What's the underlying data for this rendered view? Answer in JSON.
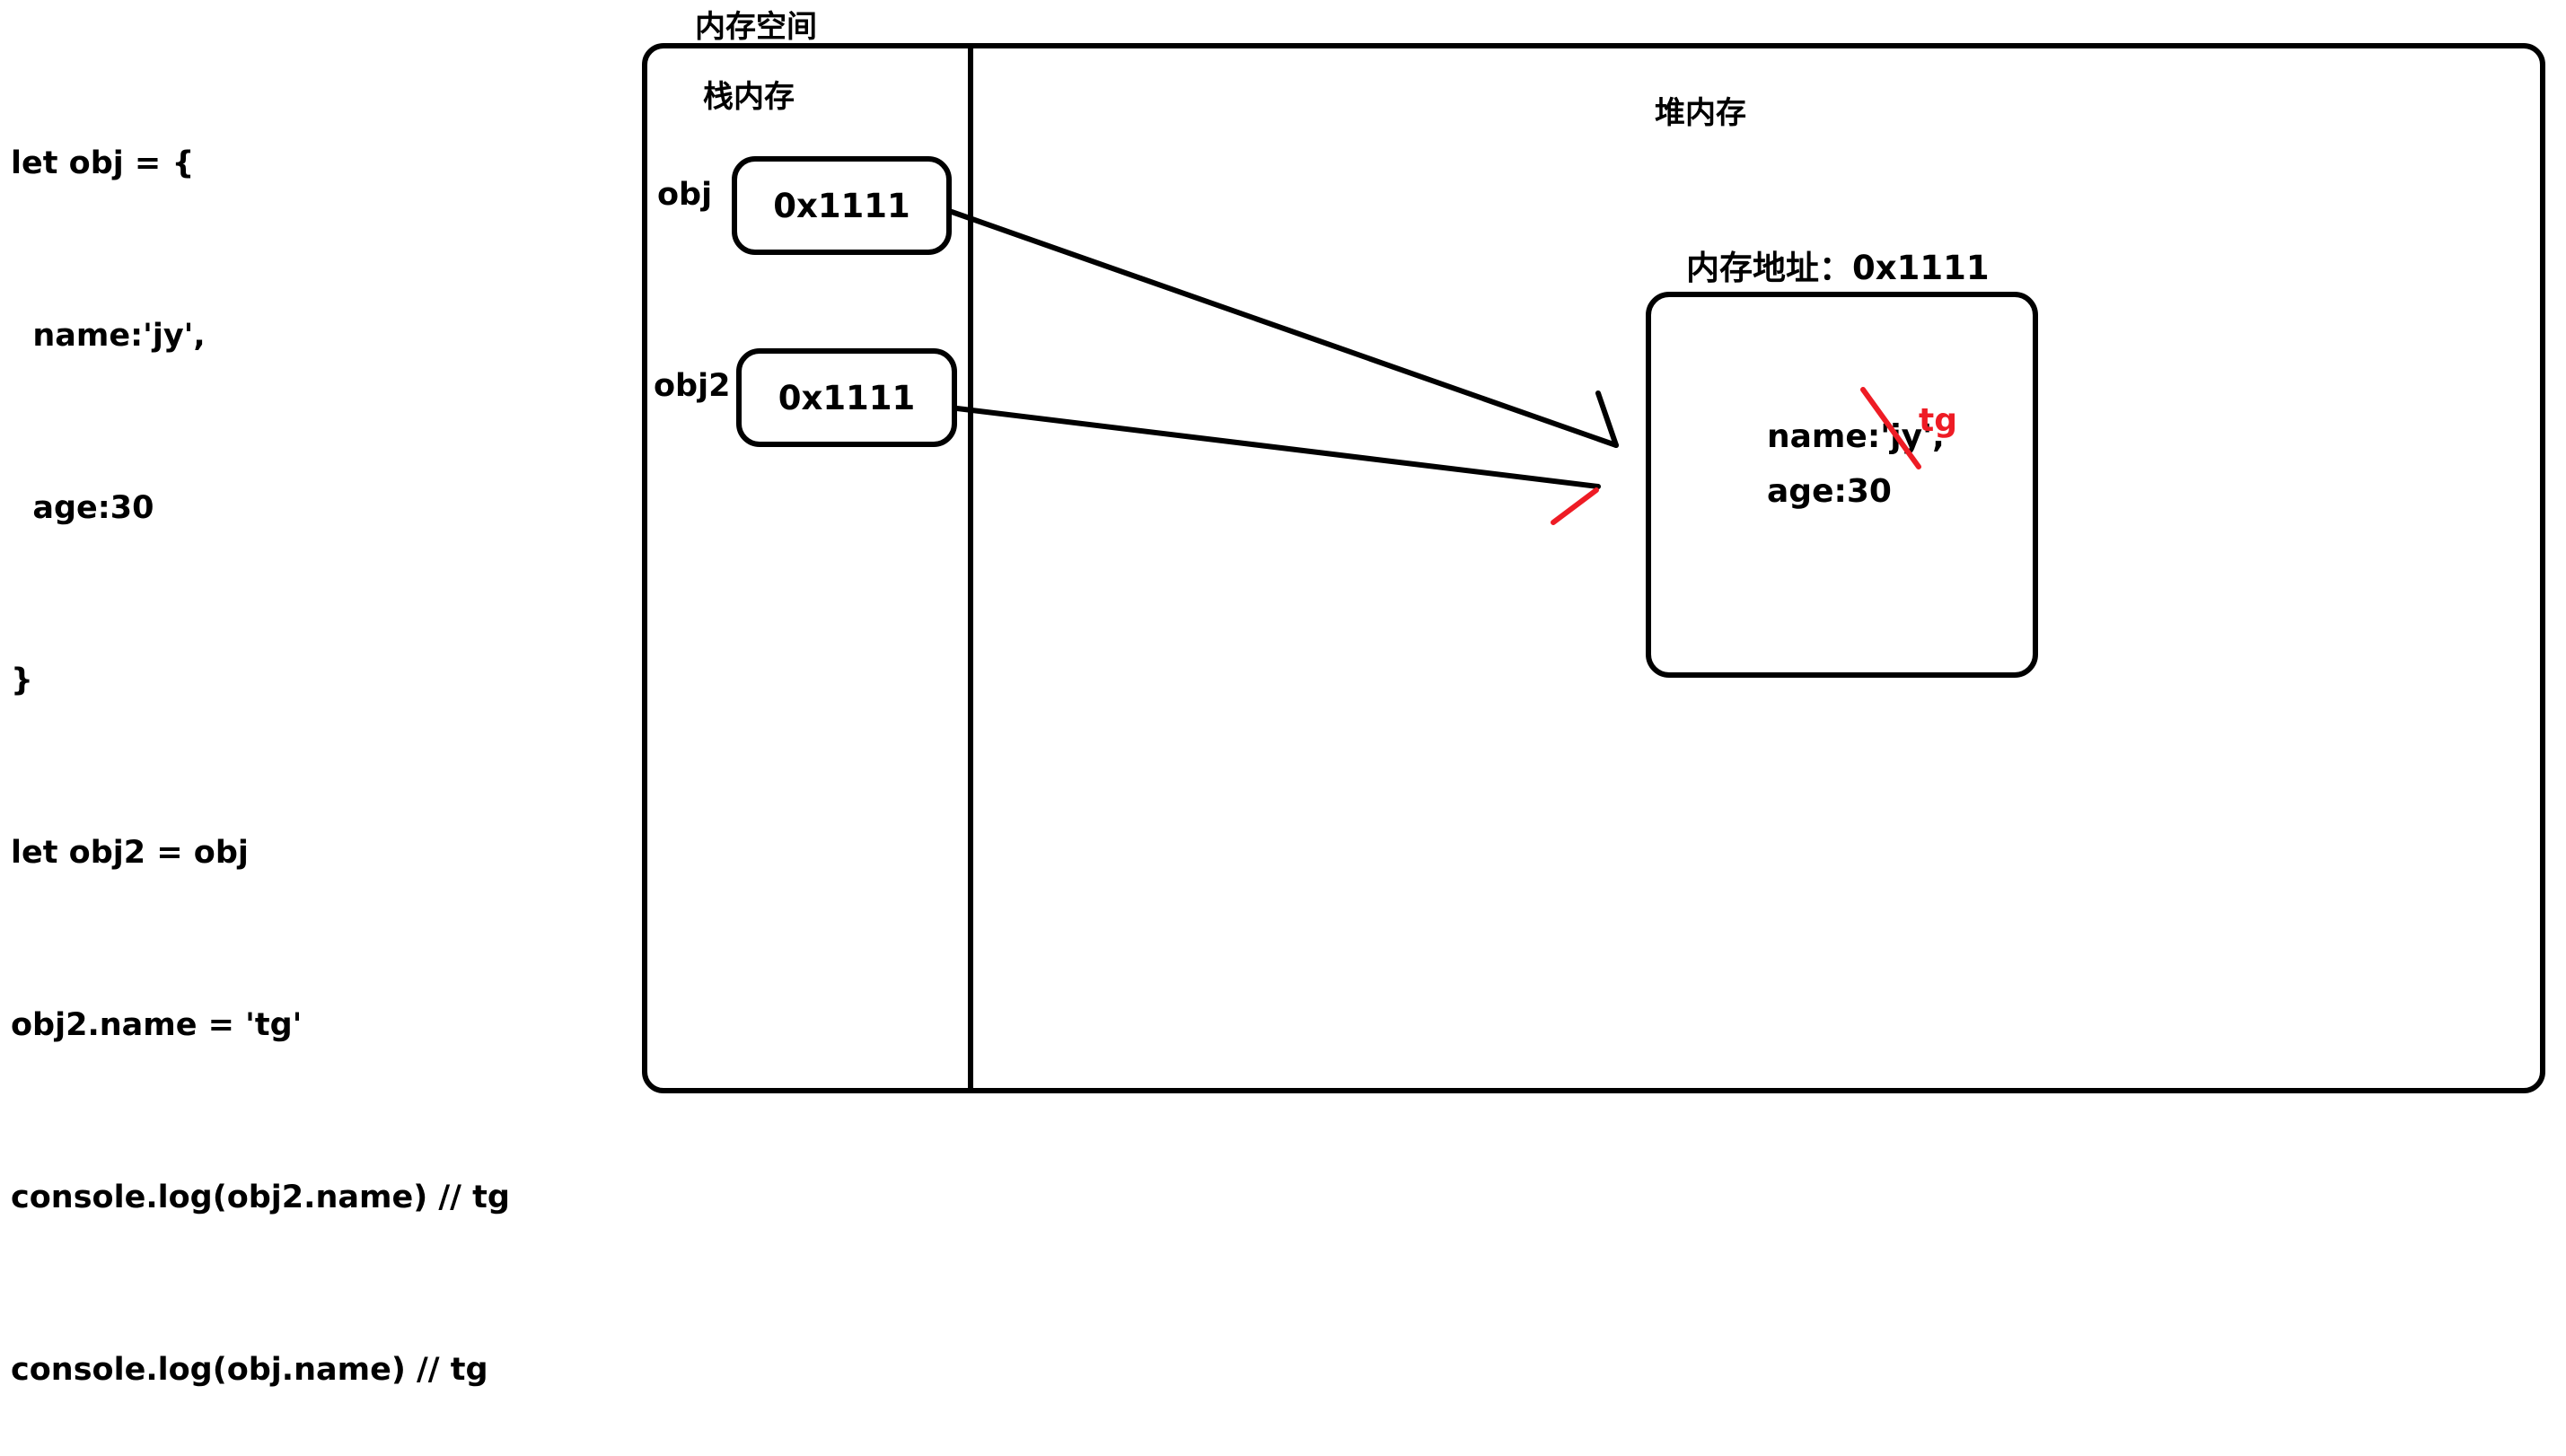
{
  "code": {
    "lines": [
      "let obj = {",
      "  name:'jy',",
      "  age:30",
      "}",
      "let obj2 = obj",
      "obj2.name = 'tg'",
      "console.log(obj2.name) // tg",
      "console.log(obj.name) // tg"
    ]
  },
  "memory": {
    "title": "内存空间",
    "stack": {
      "title": "栈内存",
      "variables": [
        {
          "name": "obj",
          "value": "0x1111"
        },
        {
          "name": "obj2",
          "value": "0x1111"
        }
      ]
    },
    "heap": {
      "title": "堆内存",
      "address_label": "内存地址：0x1111",
      "properties": {
        "name_line": "name:'jy',",
        "age_line": "age:30"
      },
      "new_value": "tg"
    }
  },
  "colors": {
    "ink": "#000000",
    "correction": "#ee1c25"
  }
}
